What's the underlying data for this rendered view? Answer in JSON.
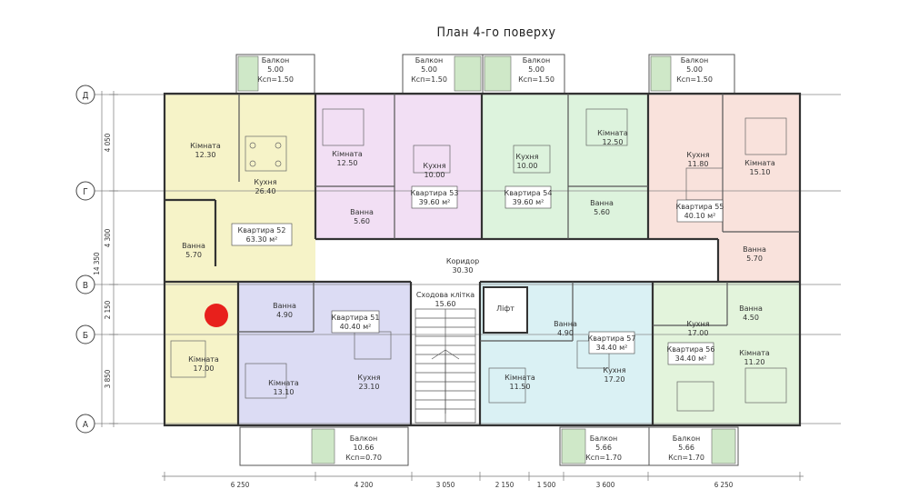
{
  "title": "План 4-го поверху",
  "axes": [
    "Д",
    "Г",
    "В",
    "Б",
    "А"
  ],
  "left_dims": [
    "4 050",
    "4 300",
    "14 350",
    "2 150",
    "3 850"
  ],
  "bottom_dims": [
    "6 250",
    "4 200",
    "3 050",
    "2 150",
    "1 500",
    "3 600",
    "6 250"
  ],
  "balconies": [
    {
      "l1": "Балкон",
      "l2": "5.00",
      "l3": "Ксп=1.50"
    },
    {
      "l1": "Балкон",
      "l2": "5.00",
      "l3": "Ксп=1.50"
    },
    {
      "l1": "Балкон",
      "l2": "5.00",
      "l3": "Ксп=1.50"
    },
    {
      "l1": "Балкон",
      "l2": "5.00",
      "l3": "Ксп=1.50"
    },
    {
      "l1": "Балкон",
      "l2": "10.66",
      "l3": "Ксп=0.70"
    },
    {
      "l1": "Балкон",
      "l2": "5.66",
      "l3": "Ксп=1.70"
    },
    {
      "l1": "Балкон",
      "l2": "5.66",
      "l3": "Ксп=1.70"
    }
  ],
  "apartments": [
    {
      "label": "Квартира 52",
      "area": "63.30 м²",
      "color": "#f6f3c8"
    },
    {
      "label": "Квартира 53",
      "area": "39.60 м²",
      "color": "#f2dff4"
    },
    {
      "label": "Квартира 54",
      "area": "39.60 м²",
      "color": "#ddf3dd"
    },
    {
      "label": "Квартира 55",
      "area": "40.10 м²",
      "color": "#f9e2dc"
    },
    {
      "label": "Квартира 51",
      "area": "40.40 м²",
      "color": "#dcdcf4"
    },
    {
      "label": "Квартира 57",
      "area": "34.40 м²",
      "color": "#daf1f4"
    },
    {
      "label": "Квартира 56",
      "area": "34.40 м²",
      "color": "#e3f4dc"
    }
  ],
  "rooms": [
    {
      "name": "Кімната",
      "area": "12.30"
    },
    {
      "name": "Кухня",
      "area": "26.40"
    },
    {
      "name": "Ванна",
      "area": "5.70"
    },
    {
      "name": "Кімната",
      "area": "17.00"
    },
    {
      "name": "Кімната",
      "area": "12.50"
    },
    {
      "name": "Кухня",
      "area": "10.00"
    },
    {
      "name": "Ванна",
      "area": "5.60"
    },
    {
      "name": "Кухня",
      "area": "10.00"
    },
    {
      "name": "Кімната",
      "area": "12.50"
    },
    {
      "name": "Ванна",
      "area": "5.60"
    },
    {
      "name": "Кухня",
      "area": "11.80"
    },
    {
      "name": "Кімната",
      "area": "15.10"
    },
    {
      "name": "Ванна",
      "area": "5.70"
    },
    {
      "name": "Ванна",
      "area": "4.90"
    },
    {
      "name": "Кімната",
      "area": "13.10"
    },
    {
      "name": "Кухня",
      "area": "23.10"
    },
    {
      "name": "Ванна",
      "area": "4.90"
    },
    {
      "name": "Кімната",
      "area": "11.50"
    },
    {
      "name": "Кухня",
      "area": "17.20"
    },
    {
      "name": "Кухня",
      "area": "17.00"
    },
    {
      "name": "Ванна",
      "area": "4.50"
    },
    {
      "name": "Кімната",
      "area": "11.20"
    }
  ],
  "common": {
    "corridor": "Коридор",
    "corridor_area": "30.30",
    "stair": "Сходова клітка",
    "stair_area": "15.60",
    "lift": "Ліфт"
  },
  "marker_color": "#e8201c"
}
